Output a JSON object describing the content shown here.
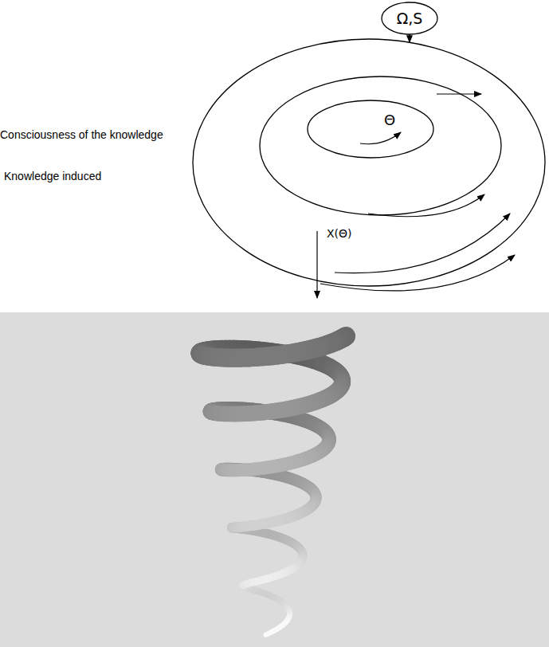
{
  "diagram": {
    "nodes": [
      {
        "text": [
          "Ω,S"
        ]
      },
      {
        "text": [
          "Consciousness of the knowledge"
        ]
      },
      {
        "text": [
          "Knowledge induced"
        ],
        "in": 1
      },
      {
        "text": [
          "Θ"
        ],
        "in": 2
      }
    ],
    "edges": [
      {
        "from": 0,
        "to": 1,
        "arrow": "to"
      }
    ],
    "labels": [
      "X(Θ)"
    ]
  }
}
